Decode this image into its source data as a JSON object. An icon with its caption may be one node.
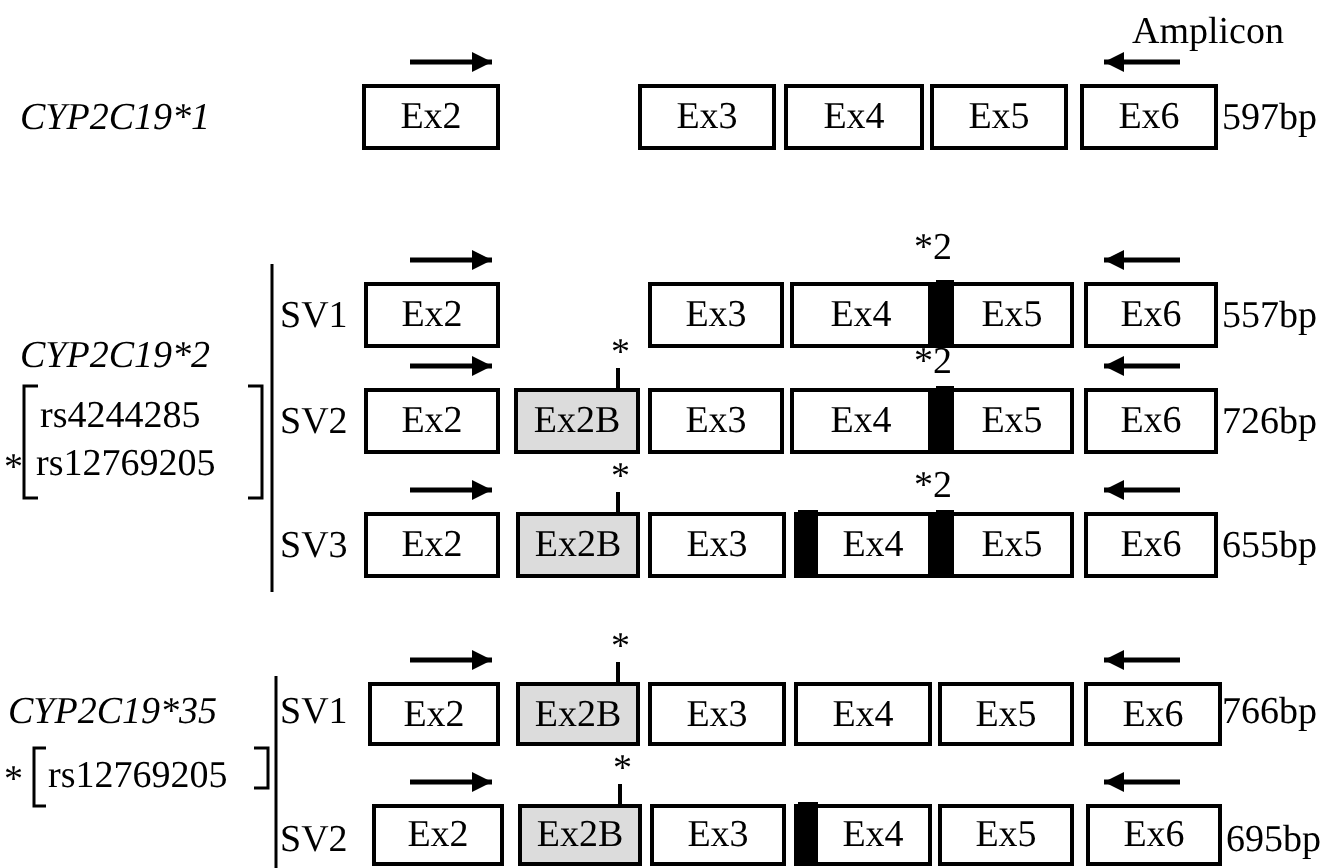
{
  "diagram": {
    "nodes": [
      {
        "text": [
          "Ex2"
        ]
      },
      {
        "text": [
          "Ex3"
        ]
      },
      {
        "text": [
          "Ex4"
        ]
      },
      {
        "text": [
          "Ex5"
        ]
      },
      {
        "text": [
          "Ex6"
        ]
      },
      {
        "text": [
          "Ex2"
        ]
      },
      {
        "text": [
          "Ex3"
        ]
      },
      {
        "text": [
          "Ex4"
        ]
      },
      {
        "text": [
          "Ex5"
        ]
      },
      {
        "text": [
          "Ex6"
        ]
      },
      {
        "text": [
          "Ex2"
        ]
      },
      {
        "text": [
          "Ex2B"
        ],
        "beside": [
          "*"
        ]
      },
      {
        "text": [
          "Ex3"
        ]
      },
      {
        "text": [
          "Ex4"
        ]
      },
      {
        "text": [
          "Ex5"
        ]
      },
      {
        "text": [
          "Ex6"
        ]
      },
      {
        "text": [
          "Ex2"
        ]
      },
      {
        "text": [
          "Ex2B"
        ],
        "beside": [
          "*"
        ]
      },
      {
        "text": [
          "Ex3"
        ]
      },
      {
        "text": [
          "Ex4"
        ]
      },
      {
        "text": [
          "Ex5"
        ]
      },
      {
        "text": [
          "Ex6"
        ]
      },
      {
        "text": [
          "Ex2"
        ]
      },
      {
        "text": [
          "Ex2B"
        ],
        "beside": [
          "*"
        ]
      },
      {
        "text": [
          "Ex3"
        ]
      },
      {
        "text": [
          "Ex4"
        ]
      },
      {
        "text": [
          "Ex5"
        ]
      },
      {
        "text": [
          "Ex6"
        ]
      },
      {
        "text": [
          "Ex2"
        ]
      },
      {
        "text": [
          "Ex2B"
        ],
        "beside": [
          "*"
        ]
      },
      {
        "text": [
          "Ex3"
        ]
      },
      {
        "text": [
          "Ex4"
        ]
      },
      {
        "text": [
          "Ex5"
        ]
      },
      {
        "text": [
          "Ex6"
        ]
      }
    ],
    "labels": [
      "Amplicon",
      "CYP2C19*1",
      "597bp",
      "*2",
      "SV1",
      "557bp",
      "CYP2C19*2",
      "*2",
      "rs4244285",
      "SV2",
      "726bp",
      "*",
      "rs12769205",
      "*2",
      "SV3",
      "655bp",
      "CYP2C19*35",
      "SV1",
      "766bp",
      "*",
      "rs12769205",
      "SV2",
      "695bp"
    ]
  }
}
